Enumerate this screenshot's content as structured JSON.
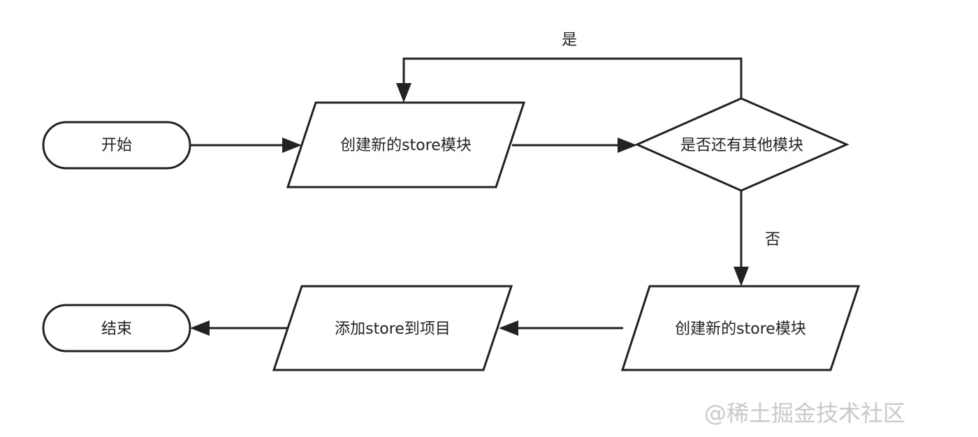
{
  "nodes": {
    "start": "开始",
    "create_module_top": "创建新的store模块",
    "decision": "是否还有其他模块",
    "create_module_bottom": "创建新的store模块",
    "add_to_project": "添加store到项目",
    "end": "结束"
  },
  "edges": {
    "yes_label": "是",
    "no_label": "否"
  },
  "watermark": "@稀土掘金技术社区"
}
